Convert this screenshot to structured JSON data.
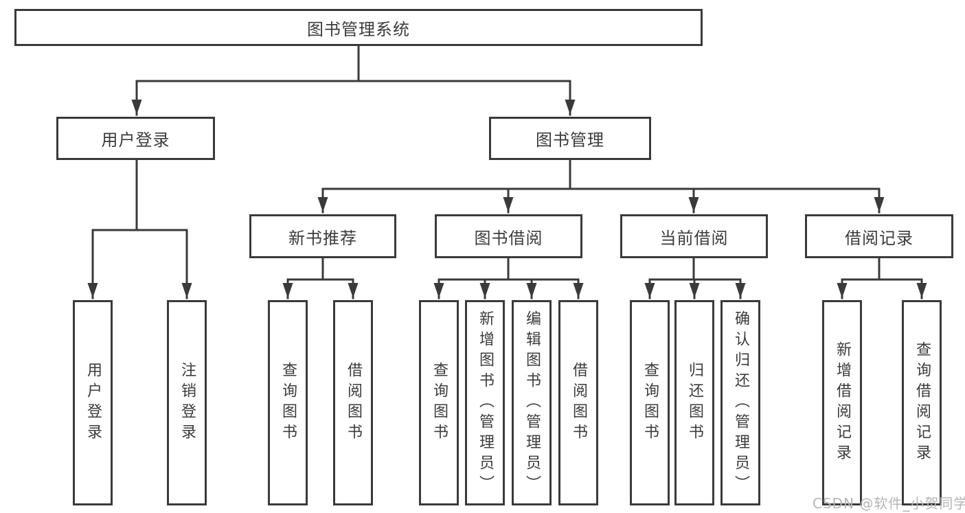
{
  "colors": {
    "line": "#3a3a3a",
    "box_border": "#3a3a3a",
    "box_background": "#ffffff",
    "text": "#3b3b3b",
    "watermark": "#b5b5b5",
    "page_background": "#ffffff"
  },
  "watermark": {
    "text": "CSDN @软件_小贺同学"
  },
  "tree": {
    "root": {
      "label": "图书管理系统"
    },
    "branches": [
      {
        "label": "用户登录",
        "children": [
          {
            "label": "用户登录"
          },
          {
            "label": "注销登录"
          }
        ]
      },
      {
        "label": "图书管理",
        "groups": [
          {
            "label": "新书推荐",
            "children": [
              {
                "label": "查询图书"
              },
              {
                "label": "借阅图书"
              }
            ]
          },
          {
            "label": "图书借阅",
            "children": [
              {
                "label": "查询图书"
              },
              {
                "label": "新增图书（管理员）"
              },
              {
                "label": "编辑图书（管理员）"
              },
              {
                "label": "借阅图书"
              }
            ]
          },
          {
            "label": "当前借阅",
            "children": [
              {
                "label": "查询图书"
              },
              {
                "label": "归还图书"
              },
              {
                "label": "确认归还（管理员）"
              }
            ]
          },
          {
            "label": "借阅记录",
            "children": [
              {
                "label": "新增借阅记录"
              },
              {
                "label": "查询借阅记录"
              }
            ]
          }
        ]
      }
    ]
  }
}
